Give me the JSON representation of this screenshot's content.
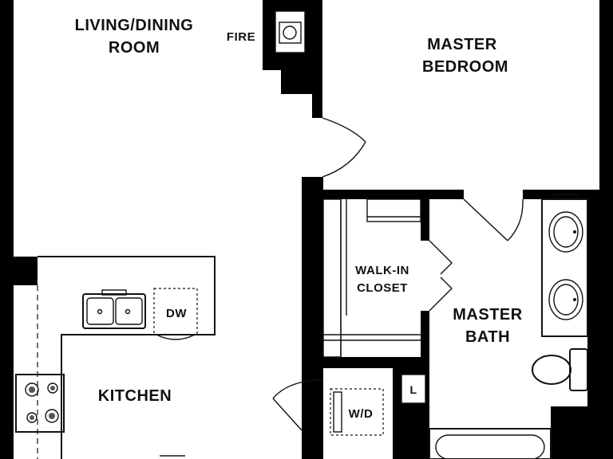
{
  "rooms": {
    "living_line1": "LIVING/DINING",
    "living_line2": "ROOM",
    "master_bedroom_line1": "MASTER",
    "master_bedroom_line2": "BEDROOM",
    "walkin_line1": "WALK-IN",
    "walkin_line2": "CLOSET",
    "master_bath_line1": "MASTER",
    "master_bath_line2": "BATH",
    "kitchen": "KITCHEN"
  },
  "fixtures": {
    "fireplace": "FIRE",
    "dishwasher": "DW",
    "washer_dryer": "W/D",
    "linen": "L"
  },
  "colors": {
    "wall": "#000000",
    "line": "#111111",
    "background": "#ffffff"
  }
}
